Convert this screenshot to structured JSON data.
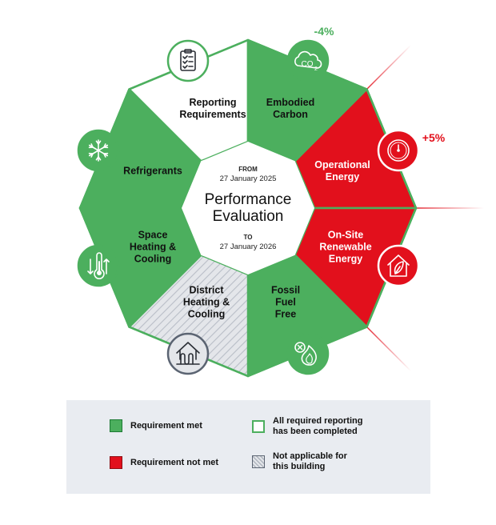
{
  "colors": {
    "met": "#4caf5e",
    "not_met": "#e2101c",
    "reporting": "#ffffff",
    "not_applicable": "#e4e6ea",
    "border": "#4caf5e"
  },
  "center": {
    "title_line1": "Performance",
    "title_line2": "Evaluation",
    "from_label": "FROM",
    "from_date": "27 January 2025",
    "to_label": "TO",
    "to_date": "27 January 2026"
  },
  "segments": [
    {
      "id": "reporting-requirements",
      "lines": [
        "Reporting",
        "Requirements"
      ],
      "status": "reporting",
      "icon": "checklist-icon"
    },
    {
      "id": "embodied-carbon",
      "lines": [
        "Embodied",
        "Carbon"
      ],
      "status": "met",
      "icon": "co2-cloud-icon",
      "delta": "-4%"
    },
    {
      "id": "operational-energy",
      "lines": [
        "Operational",
        "Energy"
      ],
      "status": "not_met",
      "icon": "gauge-icon",
      "delta": "+5%"
    },
    {
      "id": "on-site-renewable-energy",
      "lines": [
        "On-Site",
        "Renewable",
        "Energy"
      ],
      "status": "not_met",
      "icon": "leaf-house-icon"
    },
    {
      "id": "fossil-fuel-free",
      "lines": [
        "Fossil",
        "Fuel",
        "Free"
      ],
      "status": "met",
      "icon": "no-flame-icon"
    },
    {
      "id": "district-heating-cooling",
      "lines": [
        "District",
        "Heating &",
        "Cooling"
      ],
      "status": "not_applicable",
      "icon": "district-heating-house-icon"
    },
    {
      "id": "space-heating-cooling",
      "lines": [
        "Space",
        "Heating &",
        "Cooling"
      ],
      "status": "met",
      "icon": "thermometer-icon"
    },
    {
      "id": "refrigerants",
      "lines": [
        "Refrigerants"
      ],
      "status": "met",
      "icon": "snowflake-icon"
    }
  ],
  "legend": {
    "met": "Requirement met",
    "not_met": "Requirement not met",
    "reporting": "All required reporting\nhas been completed",
    "not_applicable": "Not applicable for\nthis building"
  }
}
